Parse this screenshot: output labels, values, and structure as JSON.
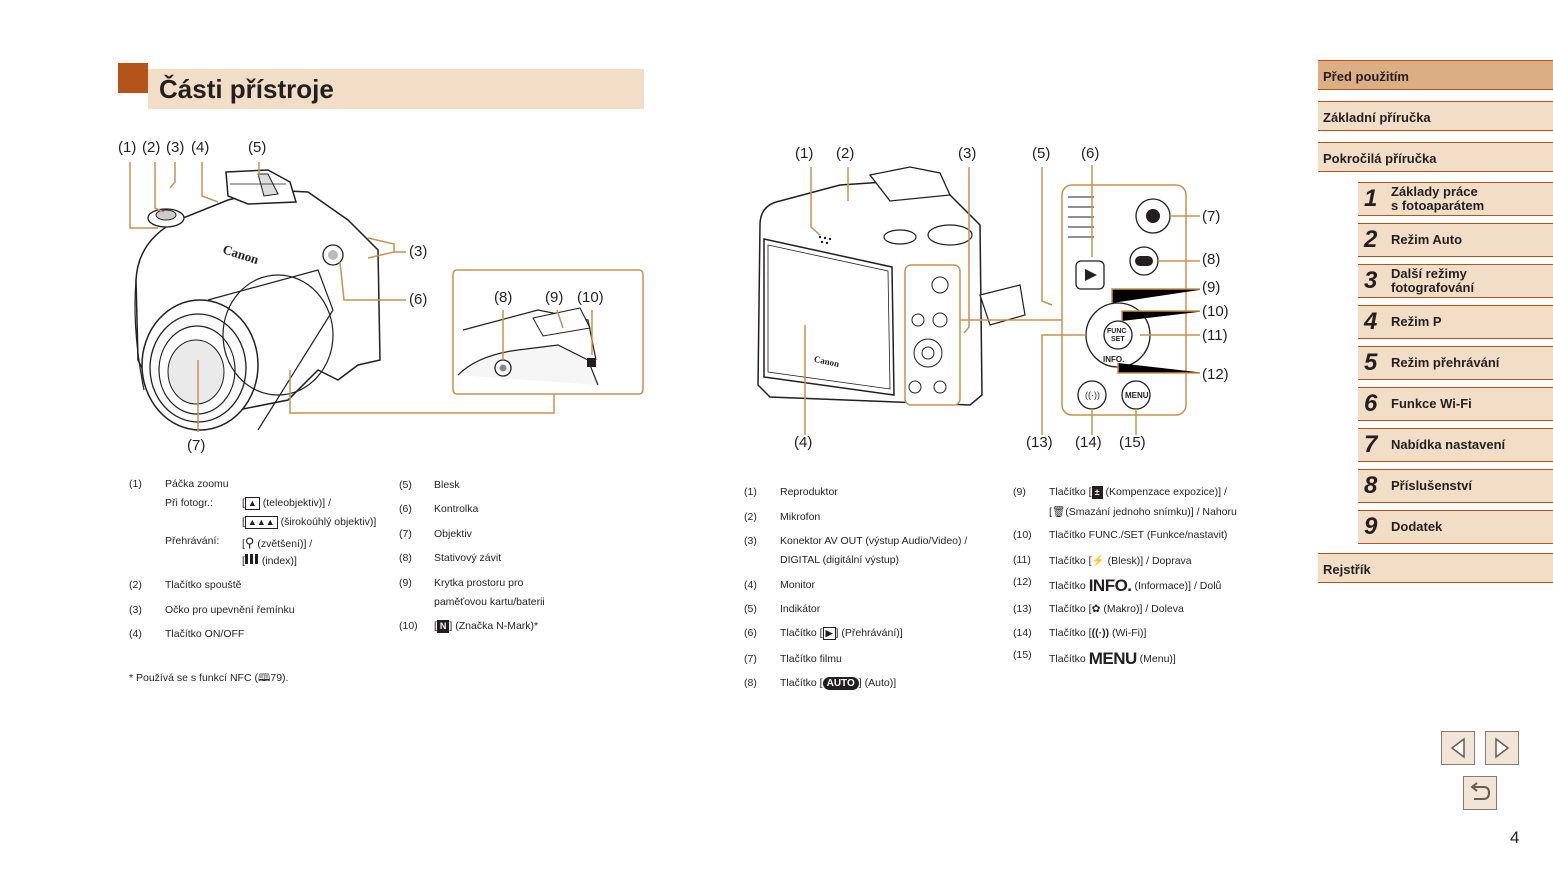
{
  "title": "Části přístroje",
  "front": {
    "callouts": [
      "(1)",
      "(2)",
      "(3)",
      "(4)",
      "(5)",
      "(3)",
      "(6)",
      "(7)",
      "(8)",
      "(9)",
      "(10)"
    ],
    "legend_left": [
      {
        "num": "(1)",
        "text": "Páčka zoomu"
      },
      {
        "num": "",
        "text": "Při fotogr.:"
      },
      {
        "num": "",
        "text": "Přehrávání:"
      },
      {
        "num": "(2)",
        "text": "Tlačítko spouště"
      },
      {
        "num": "(3)",
        "text": "Očko pro upevnění řemínku"
      },
      {
        "num": "(4)",
        "text": "Tlačítko ON/OFF"
      }
    ],
    "zoom_sub": {
      "tele": "(teleobjektiv)] /",
      "wide": "(širokoúhlý objektiv)]",
      "magnify": "(zvětšení)] /",
      "index": "(index)]"
    },
    "legend_right": [
      {
        "num": "(5)",
        "text": "Blesk"
      },
      {
        "num": "(6)",
        "text": "Kontrolka"
      },
      {
        "num": "(7)",
        "text": "Objektiv"
      },
      {
        "num": "(8)",
        "text": "Stativový závit"
      },
      {
        "num": "(9)",
        "text": "Krytka prostoru pro"
      },
      {
        "num": "",
        "text": "paměťovou kartu/baterii"
      },
      {
        "num": "(10)",
        "text": "(Značka N-Mark)*"
      }
    ],
    "footnote": "*  Používá se s funkcí NFC (",
    "footnote_page": "79)."
  },
  "back": {
    "callouts": [
      "(1)",
      "(2)",
      "(3)",
      "(5)",
      "(6)",
      "(7)",
      "(8)",
      "(9)",
      "(10)",
      "(11)",
      "(12)",
      "(4)",
      "(13)",
      "(14)",
      "(15)"
    ],
    "legend_left": [
      {
        "num": "(1)",
        "text": "Reproduktor"
      },
      {
        "num": "(2)",
        "text": "Mikrofon"
      },
      {
        "num": "(3)",
        "text": "Konektor AV OUT (výstup Audio/Video) /"
      },
      {
        "num": "",
        "text": "DIGITAL (digitální výstup)"
      },
      {
        "num": "(4)",
        "text": "Monitor"
      },
      {
        "num": "(5)",
        "text": "Indikátor"
      },
      {
        "num": "(6)",
        "text": "Tlačítko ["
      },
      {
        "num": "(7)",
        "text": "Tlačítko filmu"
      },
      {
        "num": "(8)",
        "text": "Tlačítko ["
      }
    ],
    "play_label": "(Přehrávání)]",
    "auto_label": "(Auto)]",
    "legend_right": [
      {
        "num": "(9)",
        "text": "Tlačítko ["
      },
      {
        "num": "(10)",
        "text": "Tlačítko FUNC./SET (Funkce/nastavit)"
      },
      {
        "num": "(11)",
        "text": "Tlačítko ["
      },
      {
        "num": "(12)",
        "text": "Tlačítko "
      },
      {
        "num": "(13)",
        "text": "Tlačítko ["
      },
      {
        "num": "(14)",
        "text": "Tlačítko ["
      },
      {
        "num": "(15)",
        "text": "Tlačítko "
      }
    ],
    "exp_label": "(Kompenzace expozice)] /",
    "del_label": "(Smazání jednoho snímku)] / Nahoru",
    "flash_label": "(Blesk)] / Doprava",
    "info_label": "(Informace)] / Dolů",
    "macro_label": "(Makro)] / Doleva",
    "wifi_label": "(Wi-Fi)]",
    "menu_label": "(Menu)]",
    "info_word": "INFO.",
    "menu_word": "MENU",
    "auto_word": "AUTO"
  },
  "sidebar": {
    "top": [
      {
        "label": "Před použitím",
        "active": true
      },
      {
        "label": "Základní příručka",
        "active": false
      },
      {
        "label": "Pokročilá příručka",
        "active": false
      }
    ],
    "chapters": [
      {
        "num": "1",
        "line1": "Základy práce",
        "line2": "s fotoaparátem"
      },
      {
        "num": "2",
        "line1": "Režim Auto",
        "line2": ""
      },
      {
        "num": "3",
        "line1": "Další režimy",
        "line2": "fotografování"
      },
      {
        "num": "4",
        "line1": "Režim P",
        "line2": ""
      },
      {
        "num": "5",
        "line1": "Režim přehrávání",
        "line2": ""
      },
      {
        "num": "6",
        "line1": "Funkce Wi-Fi",
        "line2": ""
      },
      {
        "num": "7",
        "line1": "Nabídka nastavení",
        "line2": ""
      },
      {
        "num": "8",
        "line1": "Příslušenství",
        "line2": ""
      },
      {
        "num": "9",
        "line1": "Dodatek",
        "line2": ""
      }
    ],
    "index": "Rejstřík"
  },
  "page_number": "4",
  "colors": {
    "accent": "#b4541b",
    "band": "#f2ddc7",
    "line": "#c8914f"
  }
}
